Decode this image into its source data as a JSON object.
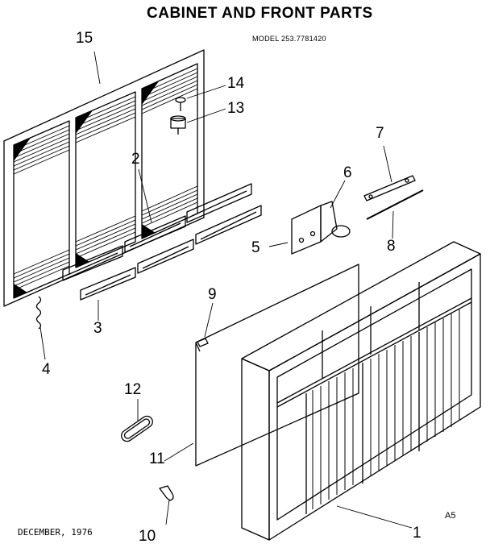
{
  "title": "CABINET AND FRONT PARTS",
  "model": "MODEL 253.7781420",
  "date": "DECEMBER, 1976",
  "page_code": "A5",
  "callouts": {
    "c1": "1",
    "c2": "2",
    "c3": "3",
    "c4": "4",
    "c5": "5",
    "c6": "6",
    "c7": "7",
    "c8": "8",
    "c9": "9",
    "c10": "10",
    "c11": "11",
    "c12": "12",
    "c13": "13",
    "c14": "14",
    "c15": "15"
  }
}
